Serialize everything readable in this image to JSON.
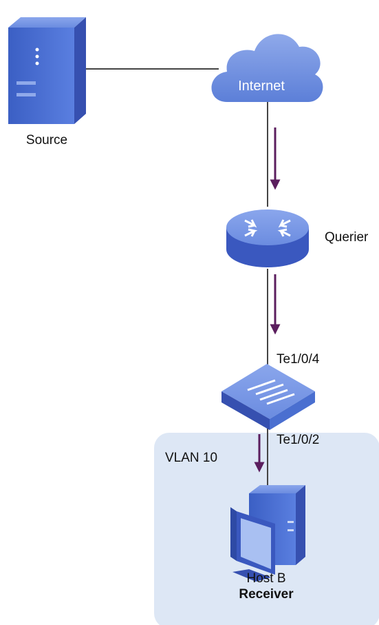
{
  "vlan_label": "VLAN 10",
  "nodes": {
    "source": {
      "label": "Source"
    },
    "internet": {
      "label": "Internet"
    },
    "querier": {
      "label": "Querier"
    },
    "switch": {
      "port_upper": "Te1/0/4",
      "port_lower": "Te1/0/2"
    },
    "host": {
      "label": "Host B",
      "role": "Receiver"
    }
  },
  "colors": {
    "device_blue": "#4a6fd0",
    "device_top": "#7d9be6",
    "vlan_fill": "#dde7f5",
    "link": "#444444",
    "arrow": "#5b1e5e"
  },
  "icons": [
    "server-icon",
    "cloud-icon",
    "router-icon",
    "switch-icon",
    "pc-icon"
  ]
}
